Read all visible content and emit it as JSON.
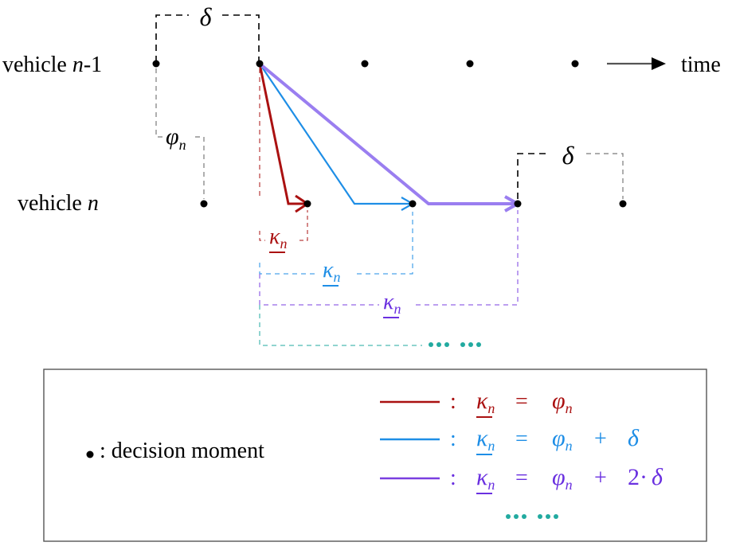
{
  "row_labels": {
    "prev_prefix": "vehicle ",
    "prev_n": "n",
    "prev_suffix": "-1",
    "cur_prefix": "vehicle ",
    "cur_n": "n"
  },
  "time_label": "time",
  "delta_symbol": "δ",
  "phi_symbol": "φ",
  "kappa_symbol": "κ",
  "subscript_n": "n",
  "dots": "••• •••",
  "legend": {
    "decision_bullet": "•",
    "decision_text": ": decision moment",
    "colon": ":",
    "equals": "=",
    "plus": "+",
    "two_dot": "2·",
    "items": [
      {
        "color": "#aa1111",
        "formula": "κn = φn"
      },
      {
        "color": "#1e8ee6",
        "formula": "κn = φn + δ"
      },
      {
        "color": "#7a3fe0",
        "formula": "κn = φn + 2·δ"
      }
    ]
  },
  "colors": {
    "red": "#aa1111",
    "blue": "#1e8ee6",
    "purple": "#9a7ef0",
    "purple_text": "#6a30e0",
    "teal": "#22aaa0",
    "grey_dash": "#8a8a8a",
    "black": "#000000"
  }
}
